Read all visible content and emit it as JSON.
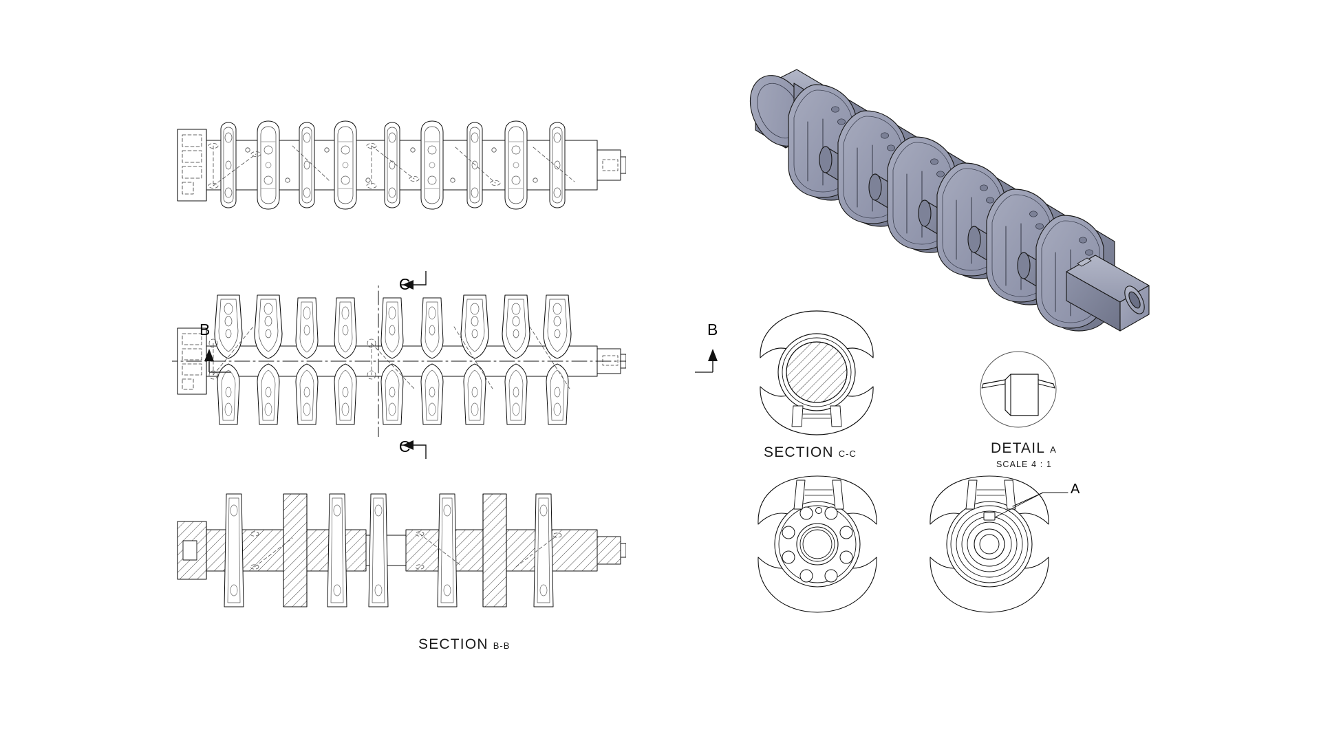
{
  "drawing": {
    "title": "Crankshaft multi-view engineering drawing",
    "sheet_background": "#ffffff",
    "line_color": "#111111",
    "model_fill": "#8f93a9",
    "model_fill_light": "#a7abbe",
    "model_fill_dark": "#6f7489",
    "model_edge": "#1a1a1a"
  },
  "views": {
    "top_view": {
      "name": "top-view",
      "label": ""
    },
    "front_view": {
      "name": "front-view",
      "label": ""
    },
    "section_bb_view": {
      "name": "section-bb-view",
      "title": "SECTION",
      "suffix": "B-B"
    },
    "isometric_view": {
      "name": "isometric-3d-view",
      "label": ""
    },
    "section_cc_view": {
      "name": "section-cc-view",
      "title": "SECTION",
      "suffix": "C-C"
    },
    "detail_a_view": {
      "name": "detail-a-view",
      "title": "DETAIL",
      "suffix": "A",
      "scale": "SCALE 4 : 1"
    },
    "flange_end_view": {
      "name": "flange-end-view",
      "label": ""
    },
    "nose_end_view": {
      "name": "nose-end-view",
      "label": ""
    }
  },
  "annotations": {
    "section_marker_c_top": "C",
    "section_marker_c_bottom": "C",
    "section_marker_b_left": "B",
    "section_marker_b_right": "B",
    "detail_callout_a": "A"
  }
}
